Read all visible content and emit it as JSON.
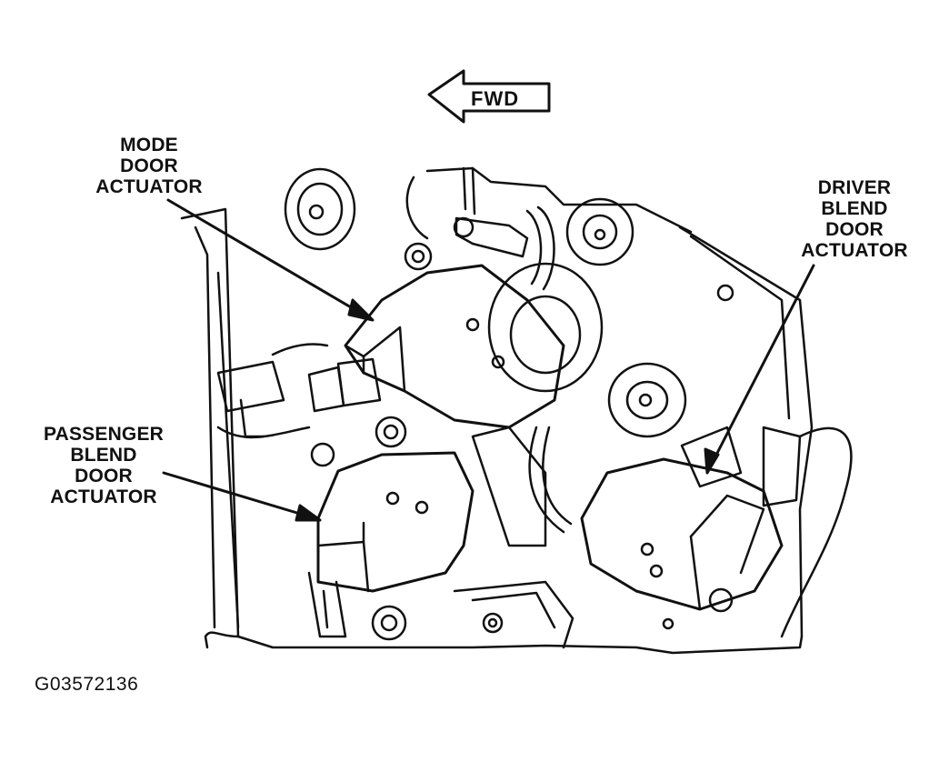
{
  "fwd_label": "FWD",
  "callouts": {
    "mode": [
      "MODE",
      "DOOR",
      "ACTUATOR"
    ],
    "driver": [
      "DRIVER",
      "BLEND",
      "DOOR",
      "ACTUATOR"
    ],
    "passenger": [
      "PASSENGER",
      "BLEND",
      "DOOR",
      "ACTUATOR"
    ]
  },
  "figure_id": "G03572136",
  "colors": {
    "ink": "#111111",
    "paper": "#ffffff"
  }
}
